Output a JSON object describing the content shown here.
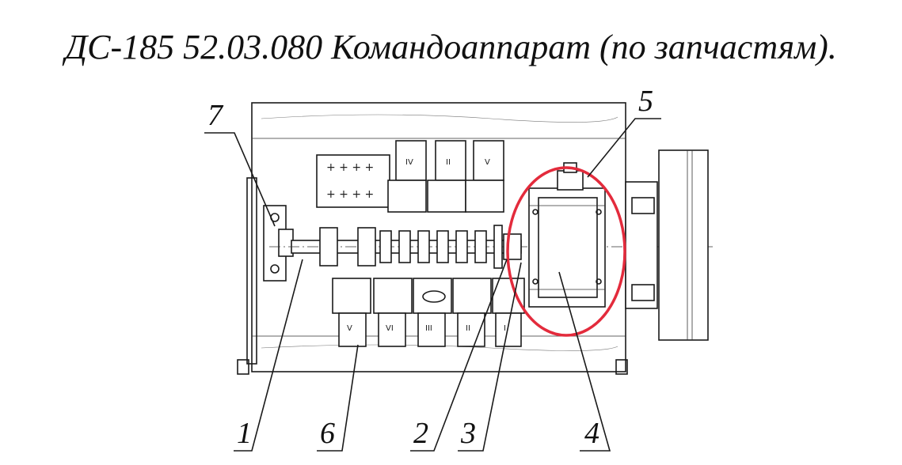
{
  "title": "ДС-185 52.03.080  Командоаппарат (по запчастям).",
  "callouts": [
    "1",
    "6",
    "2",
    "3",
    "4",
    "5",
    "7"
  ],
  "top_switch_marks": [
    "IV",
    "II",
    "V"
  ],
  "bottom_switch_marks": [
    "V",
    "VI",
    "III",
    "II",
    "I"
  ],
  "highlight": {
    "color": "#e32b3c"
  }
}
